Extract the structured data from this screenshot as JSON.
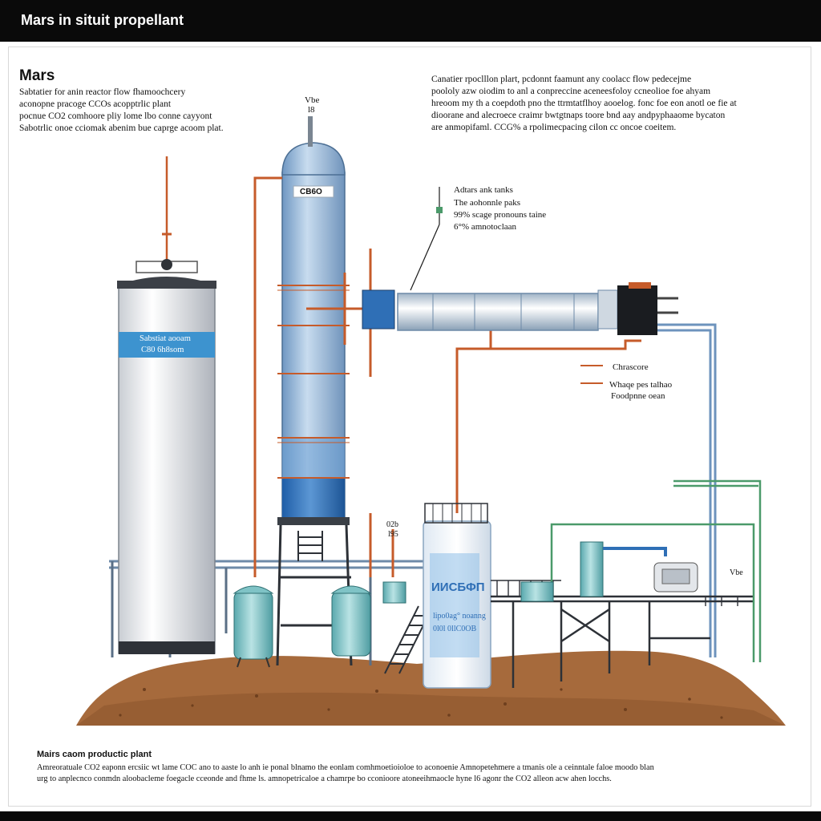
{
  "header": {
    "title": "Mars in situit propellant"
  },
  "intro": {
    "heading": "Mars",
    "lines": [
      "Sabtatier for anin reactor  flow fhamoochcery",
      "aconopne pracoge CCOs acopptrlic plant",
      "pocnue CO2 comhoore pliy lome lbo conne cayyont",
      "Sabotrlic onoe cciomak abenim bue caprge acoom plat."
    ]
  },
  "description": {
    "lines": [
      "Canatier rpoclllon plart, pcdonnt faamunt any coolacc  flow pedecejme",
      "poololy azw oiodim to anl a conpreccine aceneesfoloy ccneolioe foe ahyam",
      "hreoom my th a coepdoth pno the ttrmtatflhoy aooelog. fonc foe eon anotl oe fie at",
      "dioorane and alecroece craimr bwtgtnaps toore bnd aay andpyphaaome bycaton",
      "are anmopifaml. CCG% a rpolimecpacing cilon cc oncoe coeitem."
    ]
  },
  "labels": {
    "column_top": [
      "Vbe",
      "l8"
    ],
    "column_plate": "CB6O",
    "silo_plate": [
      "Sabstiat aooam",
      "C80 6h8som"
    ],
    "tank_plate": [
      "ИИСБФП",
      "lipo0ag° noanng",
      "0l0l 0llC0OB"
    ],
    "tank_callout": [
      "Adtars ank tanks",
      "The aohonnle paks",
      "99% scage pronouns taine",
      "6°% amnotoclaan"
    ],
    "sensor_callout": [
      "Chrascore",
      "Whaqe pes talhao",
      "Foodpnne oean"
    ],
    "small_marks": [
      "02b",
      "l95",
      "Vbe"
    ]
  },
  "caption": {
    "title": "Mairs caom productic plant",
    "lines": [
      "Amreoratuale CO2 eaponn ercsiic wt lame COC ano to aaste lo anh ie ponal blnamo the eonlam comhmoetioioloe to aconoenie Amnopetehmere a tmanis ole a ceinntale faloe moodo blan",
      "urg to anplecnco conmdn aloobacleme foegacle cceonde and fhme ls. amnopetricaloe a chamrpe bo cconioore atoneeihmaocle hyne l6 agonr the CO2 alleon acw ahen locchs."
    ]
  },
  "colors": {
    "pipe": "#c65b2a",
    "steel_blue": "#8fb4d8",
    "deep_blue": "#2f6fb6",
    "ground": "#a66a3c",
    "teal_tank": "#7fc3c6",
    "green_frame": "#4b9a6a"
  }
}
